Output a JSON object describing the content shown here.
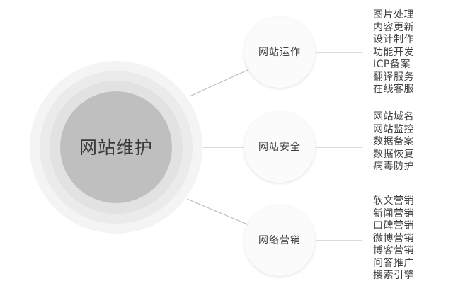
{
  "diagram": {
    "title": "网站维护",
    "center": {
      "label": "网站维护",
      "core_color": "#bfbfbf",
      "ring_colors": [
        "#f4f4f4",
        "#ebebeb",
        "#e2e2e2"
      ]
    },
    "connector_color": "#b9b9b9",
    "branches": [
      {
        "label": "网站运作",
        "items": [
          "图片处理",
          "内容更新",
          "设计制作",
          "功能开发",
          "ICP备案",
          "翻译服务",
          "在线客服"
        ]
      },
      {
        "label": "网站安全",
        "items": [
          "网站域名",
          "网站监控",
          "数据备案",
          "数据恢复",
          "病毒防护"
        ]
      },
      {
        "label": "网络营销",
        "items": [
          "软文营销",
          "新闻营销",
          "口碑营销",
          "微博营销",
          "博客营销",
          "问答推广",
          "搜索引擎"
        ]
      }
    ]
  }
}
